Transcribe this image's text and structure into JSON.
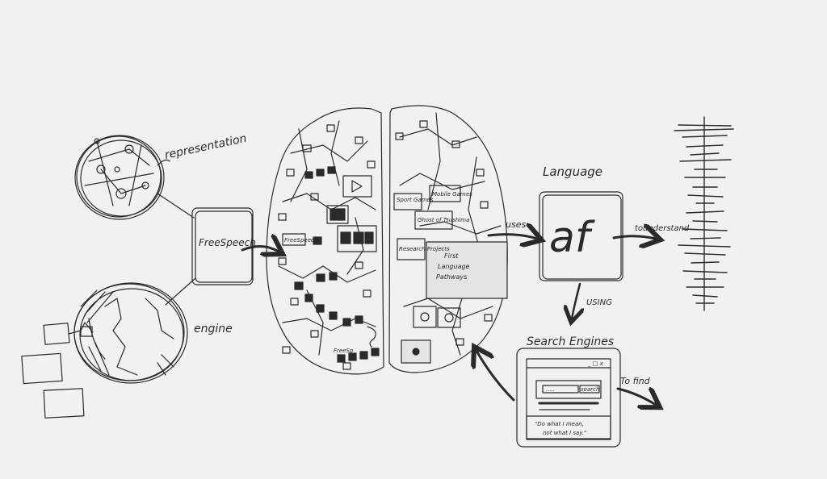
{
  "theme": {
    "ink": "#2a2a2a",
    "paper": "#f1f1ef"
  },
  "labels": {
    "representation": "representation",
    "engine": "engine",
    "freespeech_box": "FreeSpeech",
    "uses": "uses",
    "language_title": "Language",
    "language_glyph": "af",
    "to_understand": "tounderstand",
    "using": "USING",
    "search_engines": "Search Engines",
    "to_find": "To find",
    "search_button": "search",
    "search_dots": ".....",
    "window_controls": "_ □ x",
    "quote_line1": "\"Do what I mean,",
    "quote_line2": "not what I say.\""
  },
  "brain_left": {
    "freespeech_tag": "FreeSpeech",
    "small_tag": "FreeSp"
  },
  "brain_right": {
    "tag_1": "Sport Games",
    "tag_2": "Mobile Games",
    "tag_3": "Ghost of Tsushima",
    "tag_4": "Research Projects",
    "first_lang_1": "First",
    "first_lang_2": "Language",
    "first_lang_3": "Pathways"
  }
}
